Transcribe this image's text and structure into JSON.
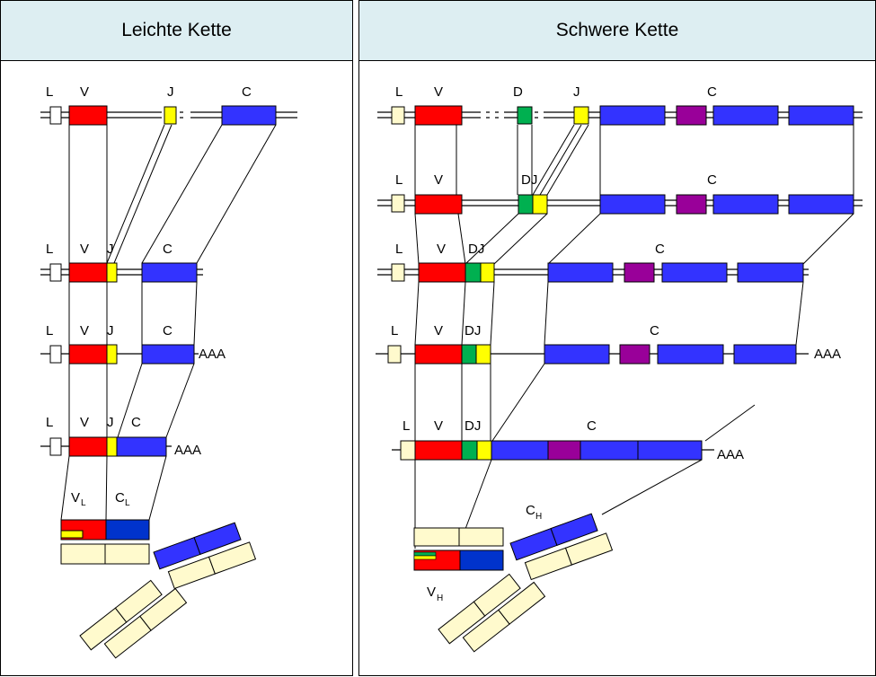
{
  "left_panel": {
    "title": "Leichte Kette",
    "gene_labels": {
      "L": "L",
      "V": "V",
      "J": "J",
      "C": "C"
    },
    "tail": "AAA",
    "protein": {
      "v": "V",
      "v_sub": "L",
      "c": "C",
      "c_sub": "L"
    }
  },
  "right_panel": {
    "title": "Schwere Kette",
    "gene_labels": {
      "L": "L",
      "V": "V",
      "D": "D",
      "J": "J",
      "DJ": "DJ",
      "C": "C"
    },
    "tail": "AAA",
    "protein": {
      "v": "V",
      "v_sub": "H",
      "c": "C",
      "c_sub": "H"
    }
  },
  "colors": {
    "leader": "#fffacd",
    "leader_white": "#ffffff",
    "variable": "#ff0000",
    "diversity": "#00b050",
    "joining": "#ffff00",
    "constant": "#3333ff",
    "hinge": "#990099",
    "protein_blue": "#0033cc",
    "header_bg": "#ddeef2"
  }
}
